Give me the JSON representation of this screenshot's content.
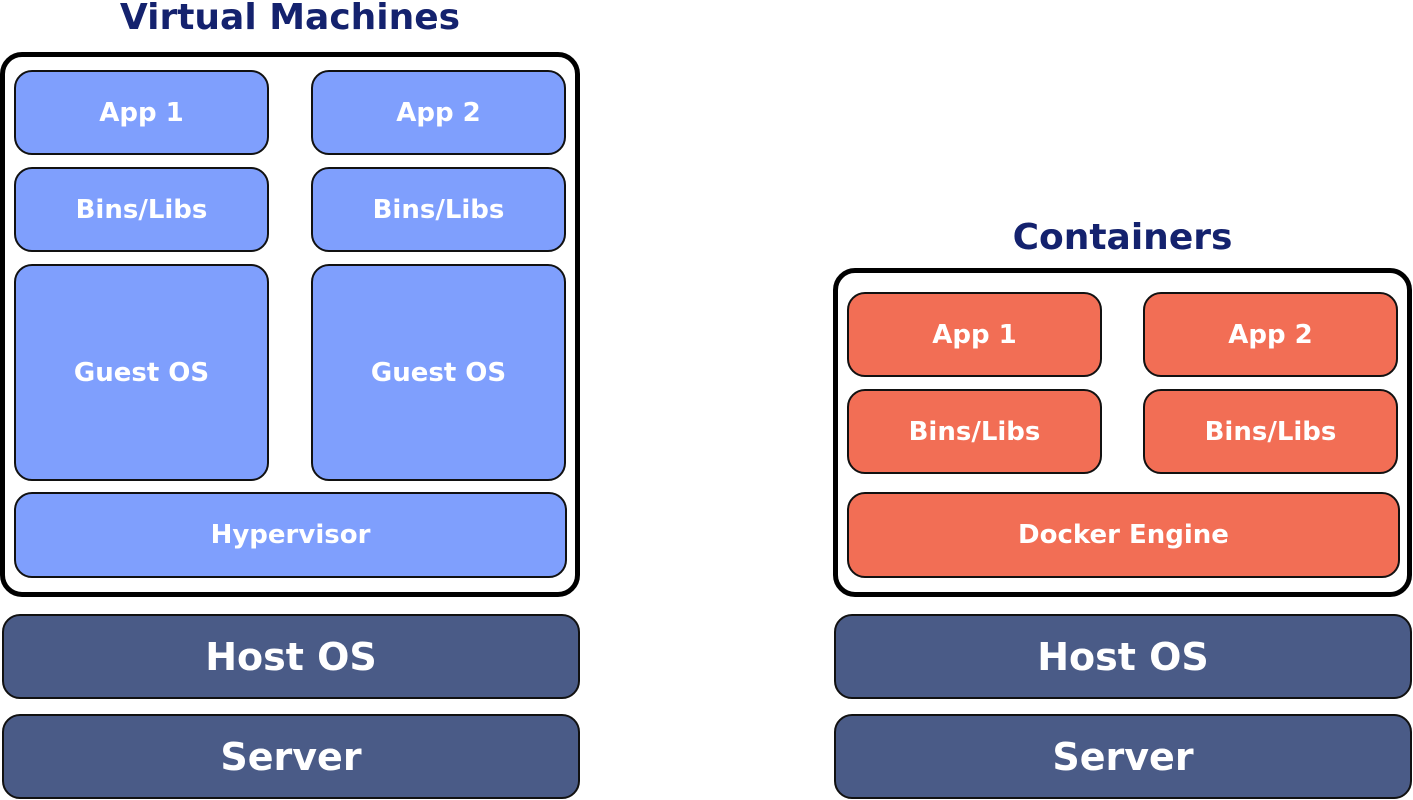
{
  "virtual_machines": {
    "title": "Virtual Machines",
    "app1": "App 1",
    "app2": "App 2",
    "bins1": "Bins/Libs",
    "bins2": "Bins/Libs",
    "guest1": "Guest OS",
    "guest2": "Guest OS",
    "hypervisor": "Hypervisor",
    "host_os": "Host OS",
    "server": "Server"
  },
  "containers": {
    "title": "Containers",
    "app1": "App 1",
    "app2": "App 2",
    "bins1": "Bins/Libs",
    "bins2": "Bins/Libs",
    "engine": "Docker Engine",
    "host_os": "Host OS",
    "server": "Server"
  },
  "colors": {
    "title": "#14226e",
    "vm_block": "#7f9ffd",
    "container_block": "#f26e55",
    "infrastructure_block": "#4a5b87",
    "frame_border": "#000000"
  }
}
